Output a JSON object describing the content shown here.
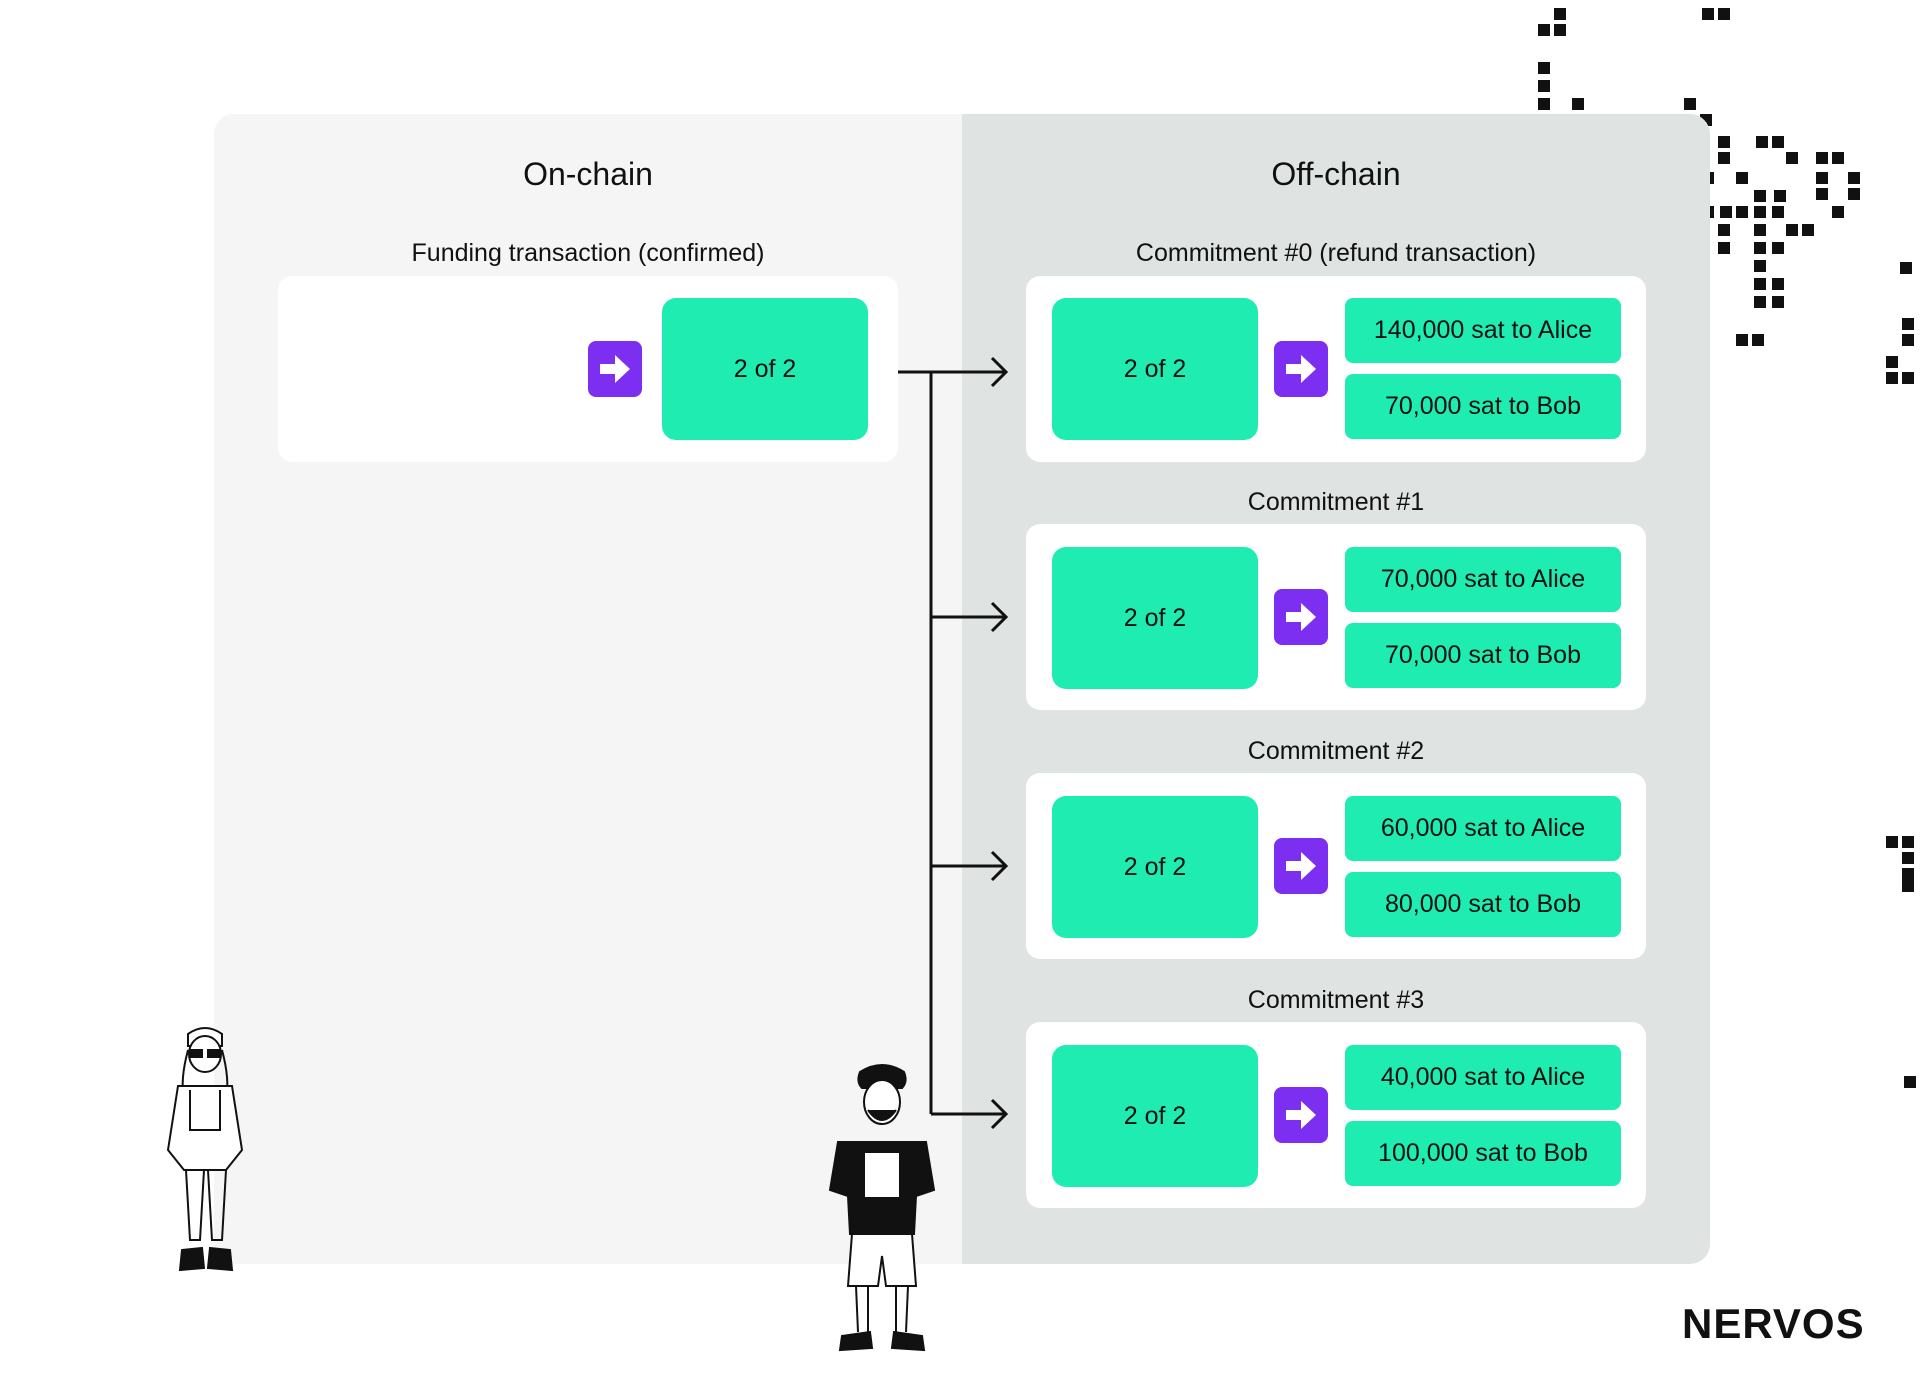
{
  "onchain": {
    "title": "On-chain",
    "funding_label": "Funding transaction (confirmed)",
    "funding_box": "2 of 2"
  },
  "offchain": {
    "title": "Off-chain",
    "commitments": [
      {
        "label": "Commitment #0 (refund transaction)",
        "box": "2 of 2",
        "alice": "140,000 sat to Alice",
        "bob": "70,000 sat to Bob"
      },
      {
        "label": "Commitment #1",
        "box": "2 of 2",
        "alice": "70,000 sat to Alice",
        "bob": "70,000 sat to Bob"
      },
      {
        "label": "Commitment #2",
        "box": "2 of 2",
        "alice": "60,000 sat to Alice",
        "bob": "80,000 sat to Bob"
      },
      {
        "label": "Commitment #3",
        "box": "2 of 2",
        "alice": "40,000 sat to Alice",
        "bob": "100,000 sat to Bob"
      }
    ]
  },
  "brand": {
    "logo": "NERVOS"
  },
  "colors": {
    "teal": "#1eecb1",
    "purple": "#7c2ff0",
    "onchain_bg": "#f4f5f4",
    "offchain_bg": "#dfe3e2"
  },
  "icons": [
    "arrow-right-icon",
    "alice-figure",
    "bob-figure",
    "pixel-pattern"
  ]
}
